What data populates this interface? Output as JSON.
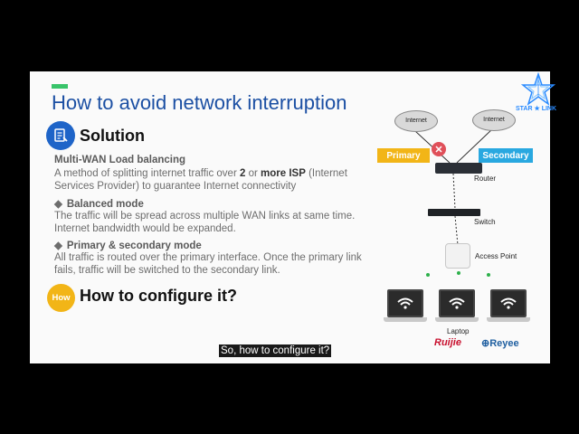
{
  "slide": {
    "title": "How to avoid network interruption",
    "solution_heading": "Solution",
    "mwlb_title": "Multi-WAN Load balancing",
    "mwlb_desc_part1": "A method of splitting internet traffic over ",
    "mwlb_desc_bold1": "2",
    "mwlb_desc_part2": " or ",
    "mwlb_desc_bold2": "more ISP",
    "mwlb_desc_part3": " (Internet",
    "mwlb_desc_line2": "Services Provider) to guarantee Internet connectivity",
    "balanced_title": "Balanced mode",
    "balanced_line1": "The traffic will be spread across multiple WAN links at same time.",
    "balanced_line2": "Internet bandwidth would be expanded.",
    "primary_mode_title": "Primary & secondary mode",
    "primary_mode_line1": "All traffic is routed over the primary interface. Once the primary link",
    "primary_mode_line2": "fails, traffic will be switched to the secondary link.",
    "how_badge": "How",
    "configure_heading": "How to configure it?"
  },
  "diagram": {
    "cloud1_label": "Internet",
    "cloud2_label": "Internet",
    "primary_label": "Primary",
    "secondary_label": "Secondary",
    "router_label": "Router",
    "switch_label": "Switch",
    "ap_label": "Access Point",
    "laptop_label": "Laptop",
    "brand1": "Ruijie",
    "brand2": "Reyee"
  },
  "logo": {
    "text": "STAR ★ LINK"
  },
  "caption": {
    "text": "So, how to configure it?"
  },
  "colors": {
    "title_blue": "#1b4fa3",
    "accent_green": "#39c46a",
    "primary_orange": "#f2b517",
    "secondary_blue": "#29a8e0",
    "fail_red": "#e0505a"
  }
}
